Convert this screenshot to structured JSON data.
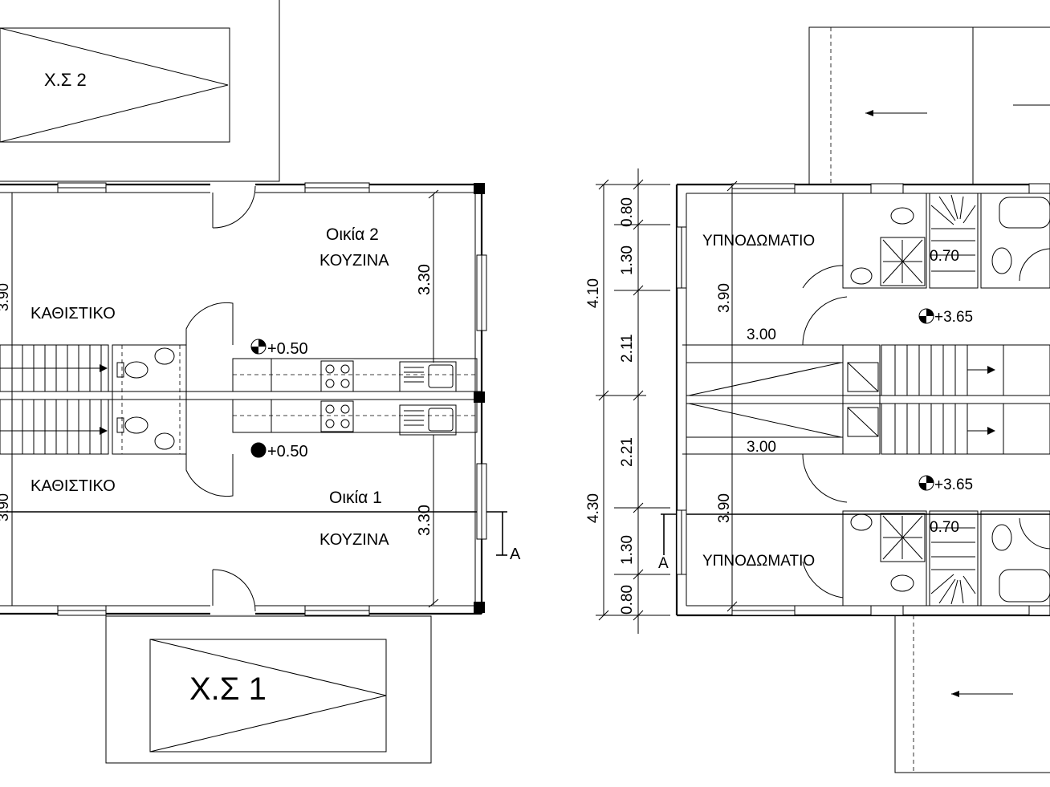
{
  "ground_floor": {
    "house2": {
      "parking": "Χ.Σ 2",
      "house": "Οικία 2",
      "kitchen": "ΚΟΥΖΙΝΑ",
      "living": "ΚΑΘΙΣΤΙΚΟ",
      "dim_330": "3.30",
      "dim_left": "3.90",
      "level": "+0.50"
    },
    "house1": {
      "parking": "Χ.Σ 1",
      "house": "Οικία 1",
      "kitchen": "ΚΟΥΖΙΝΑ",
      "living": "ΚΑΘΙΣΤΙΚΟ",
      "dim_330": "3.30",
      "dim_left": "3.90",
      "level": "+0.50"
    },
    "section_mark": "A"
  },
  "first_floor": {
    "bedroom_top": "ΥΠΝΟΔΩΜΑΤΙΟ",
    "bedroom_bottom": "ΥΠΝΟΔΩΜΑΤΙΟ",
    "dims_left": [
      "0.80",
      "1.30",
      "2.11",
      "2.21",
      "1.30",
      "0.80"
    ],
    "dims_total": [
      "4.10",
      "4.30"
    ],
    "dim_390_top": "3.90",
    "dim_390_bottom": "3.90",
    "dim_300_top": "3.00",
    "dim_300_bottom": "3.00",
    "dim_070_top": "0.70",
    "dim_070_bottom": "0.70",
    "level_top": "+3.65",
    "level_bottom": "+3.65",
    "section_mark": "A"
  }
}
